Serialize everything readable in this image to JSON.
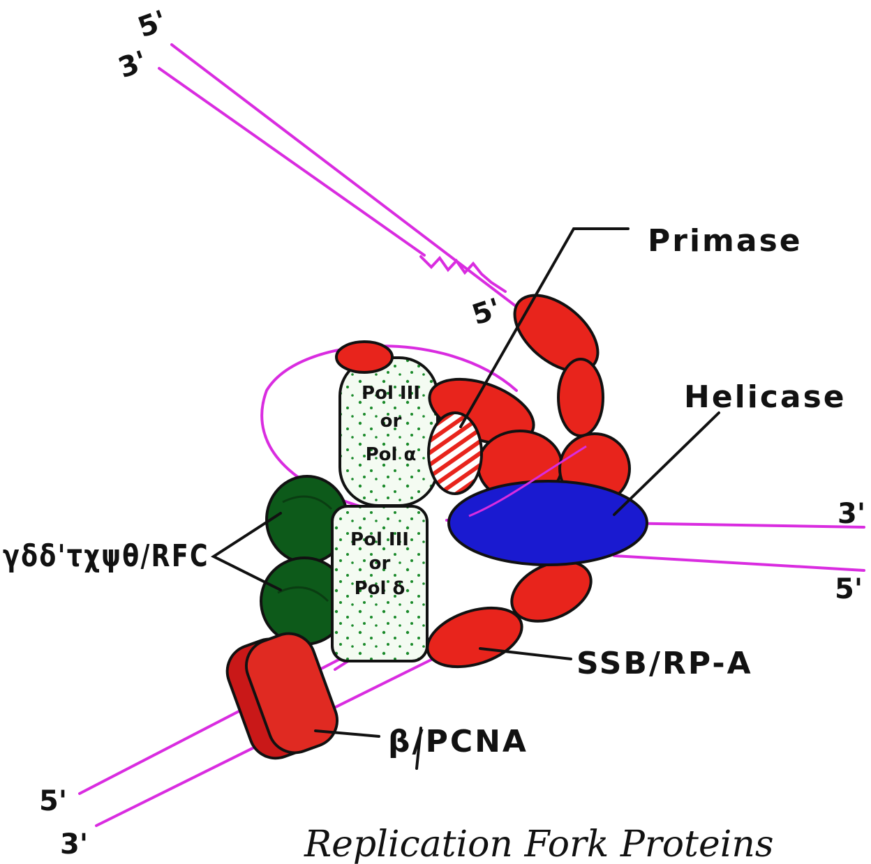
{
  "diagram": {
    "title": "Replication Fork Proteins",
    "colors": {
      "dna": "#d92ce0",
      "red_protein": "#e8241c",
      "helicase": "#1a1ad0",
      "clamp_loader": "#0d5a1a",
      "polymerase_dot": "#1a8a2a",
      "outline": "#111111"
    },
    "strand_ends": {
      "top_5": "5'",
      "top_3": "3'",
      "primer_5": "5'",
      "right_3": "3'",
      "right_5": "5'",
      "bottom_5": "5'",
      "bottom_3": "3'"
    },
    "polymerase_top": {
      "line1": "Pol III",
      "line2": "or",
      "line3": "Pol α"
    },
    "polymerase_bottom": {
      "line1": "Pol III",
      "line2": "or",
      "line3": "Pol δ"
    },
    "labels": {
      "primase": "Primase",
      "helicase": "Helicase",
      "clamp_loader": "γδδ'τχψθ/RFC",
      "ssb": "SSB/RP-A",
      "clamp": "β/PCNA"
    }
  }
}
